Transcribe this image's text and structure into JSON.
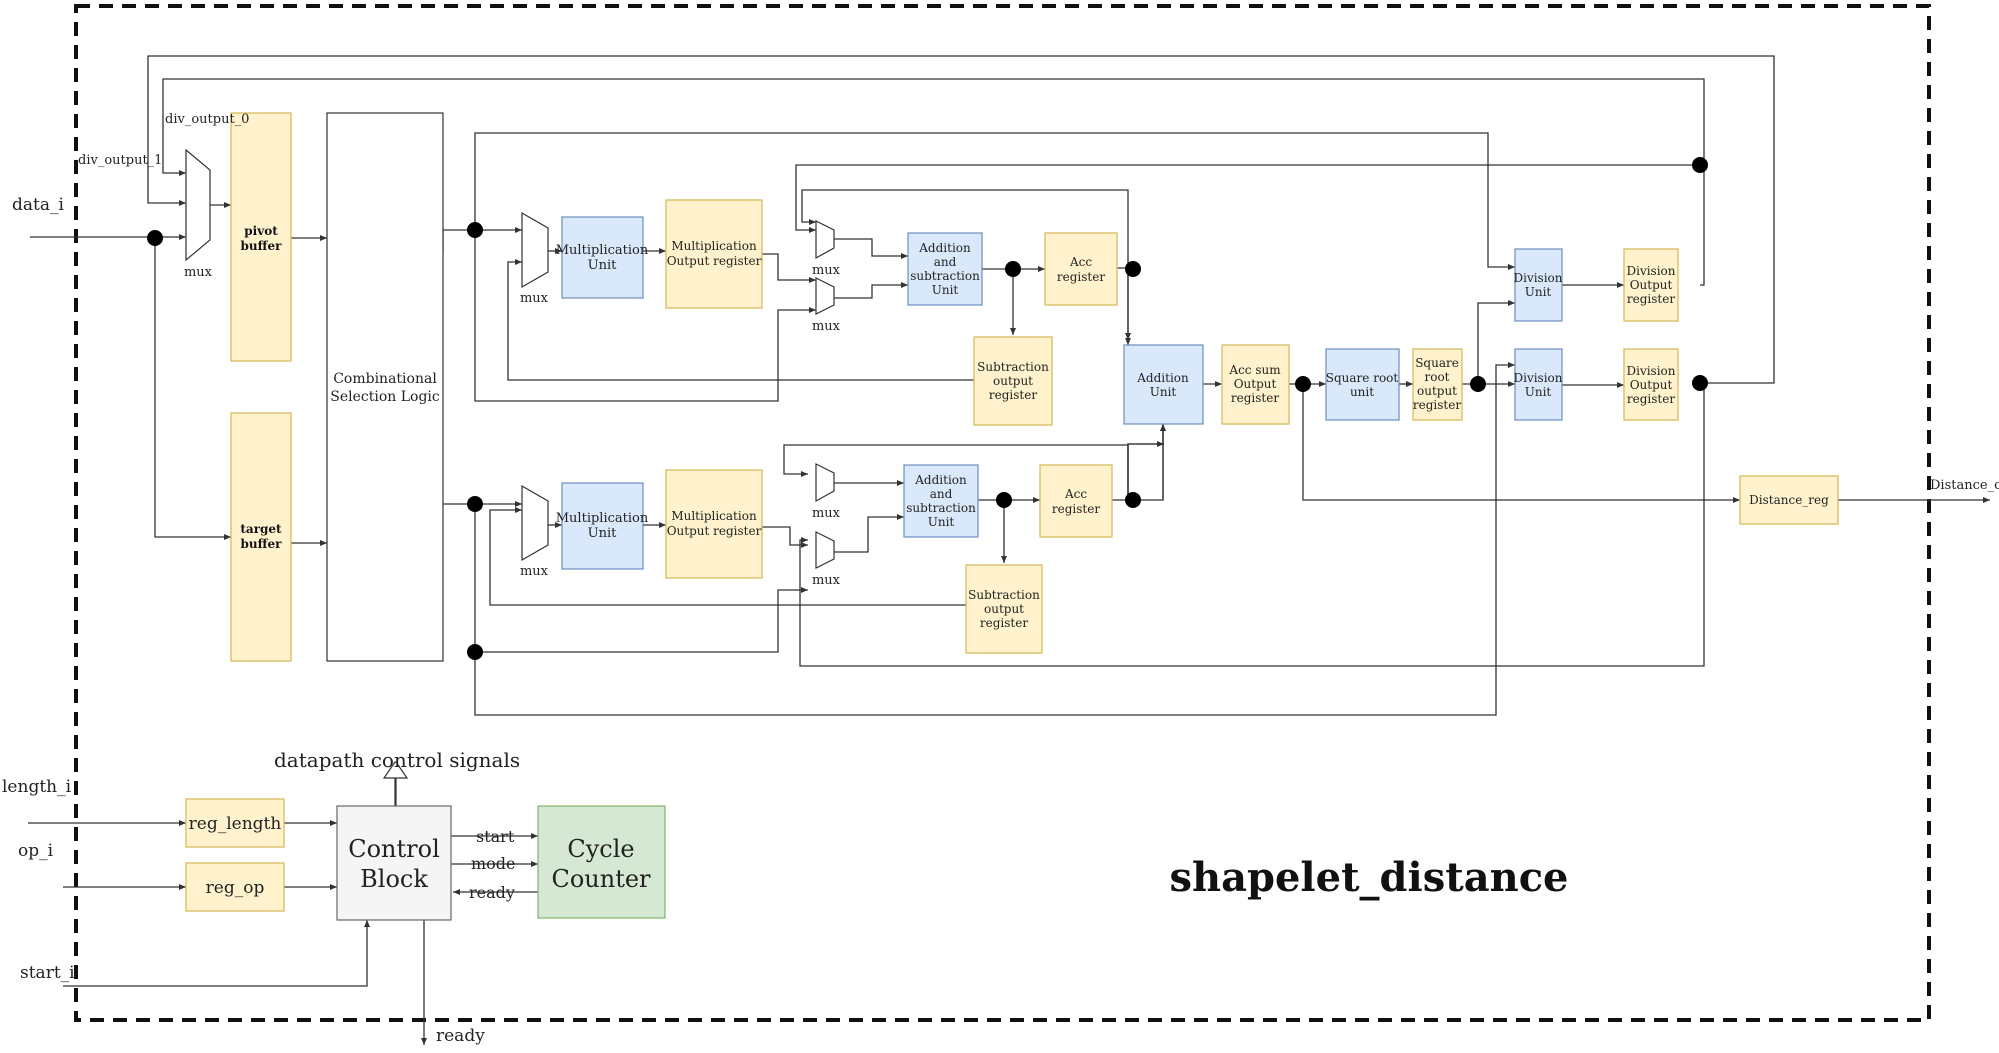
{
  "module_title": "shapelet_distance",
  "inputs": {
    "data_i": "data_i",
    "length_i": "length_i",
    "op_i": "op_i",
    "start_i": "start_i"
  },
  "outputs": {
    "distance_o": "Distance_o",
    "ready": "ready"
  },
  "signals": {
    "div_output_0": "div_output_0",
    "div_output_1": "div_output_1",
    "datapath_control": "datapath control signals",
    "start": "start",
    "mode": "mode",
    "ready": "ready"
  },
  "blocks": {
    "pivot_buffer": [
      "pivot",
      "buffer"
    ],
    "target_buffer": [
      "target",
      "buffer"
    ],
    "combinational": [
      "Combinational",
      "Selection Logic"
    ],
    "mux": "mux",
    "mult_unit": [
      "Multiplication",
      "Unit"
    ],
    "mult_reg": [
      "Multiplication",
      "Output register"
    ],
    "addsub_unit": [
      "Addition",
      "and",
      "subtraction",
      "Unit"
    ],
    "acc_reg": [
      "Acc",
      "register"
    ],
    "sub_reg": [
      "Subtraction",
      "output",
      "register"
    ],
    "add_unit": [
      "Addition",
      "Unit"
    ],
    "accsum_reg": [
      "Acc sum",
      "Output",
      "register"
    ],
    "sqrt_unit": [
      "Square root",
      "unit"
    ],
    "sqrt_reg": [
      "Square",
      "root",
      "output",
      "register"
    ],
    "div_unit": [
      "Division",
      "Unit"
    ],
    "div_reg": [
      "Division",
      "Output",
      "register"
    ],
    "distance_reg": "Distance_reg",
    "reg_length": "reg_length",
    "reg_op": "reg_op",
    "control_block": [
      "Control",
      "Block"
    ],
    "cycle_counter": [
      "Cycle",
      "Counter"
    ]
  },
  "colors": {
    "register_fill": "#fff2cc",
    "unit_fill": "#dae8fc",
    "counter_fill": "#d5e8d4",
    "control_fill": "#f5f5f5"
  }
}
